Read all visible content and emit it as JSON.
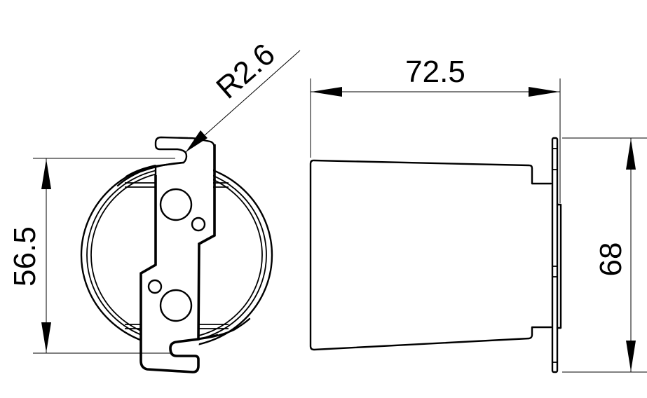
{
  "drawing": {
    "title": "Lamp holder technical drawing",
    "units": "mm",
    "colors": {
      "line": "#000000",
      "background": "#ffffff"
    }
  },
  "dimensions": {
    "radius": {
      "label": "R2.6",
      "value": 2.6,
      "type": "radius"
    },
    "front_height": {
      "label": "56.5",
      "value": 56.5,
      "type": "linear-vertical"
    },
    "side_width": {
      "label": "72.5",
      "value": 72.5,
      "type": "linear-horizontal"
    },
    "side_height": {
      "label": "68",
      "value": 68,
      "type": "linear-vertical"
    }
  },
  "views": [
    {
      "name": "front-view",
      "description": "Circular holder with bracket plate and mounting holes"
    },
    {
      "name": "side-view",
      "description": "Body profile with flange plate"
    }
  ]
}
